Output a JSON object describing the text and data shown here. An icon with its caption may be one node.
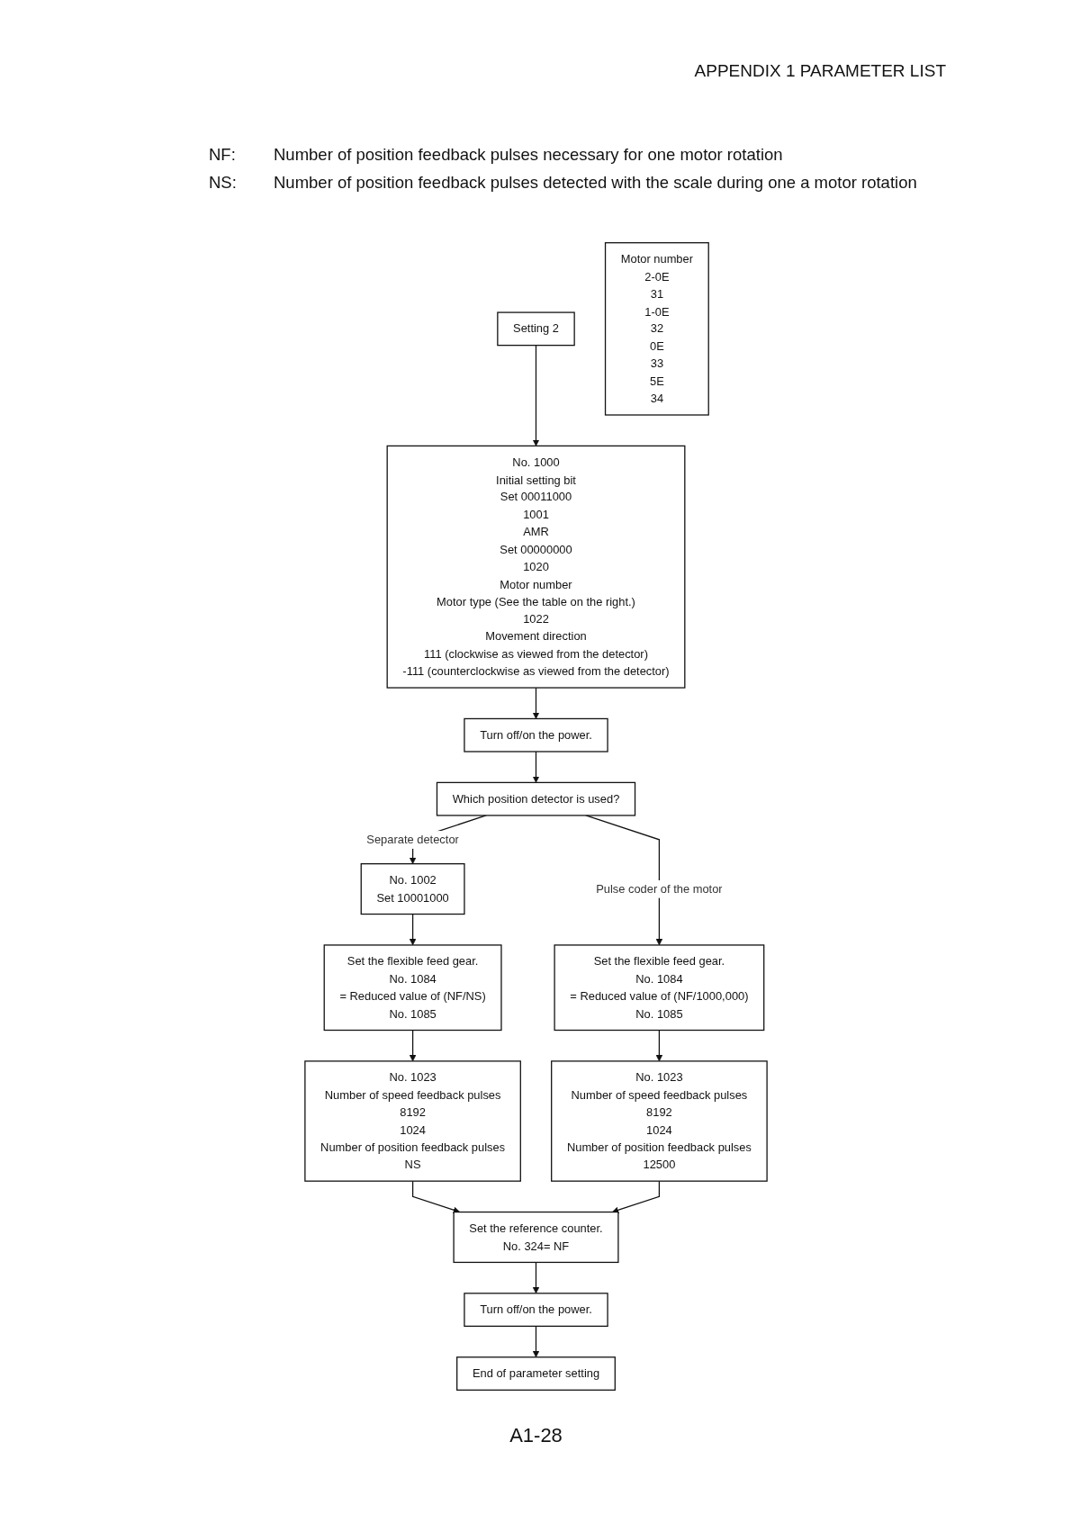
{
  "diagram": {
    "title": "APPENDIX 1 PARAMETER LIST",
    "nodes": [
      {
        "text": [
          "Setting 2"
        ]
      },
      {
        "text": [
          "No. 1000",
          "Initial setting bit",
          "Set 00011000",
          "1001",
          "AMR",
          "Set 00000000",
          "1020",
          "Motor number",
          "Motor type (See the table on the right.)",
          "1022",
          "Movement direction",
          "111 (clockwise as viewed from the detector)",
          "-111 (counterclockwise as viewed from the detector)"
        ]
      },
      {
        "text": [
          "Motor number",
          "2-0E",
          "31",
          "1-0E",
          "32",
          "0E",
          "33",
          "5E",
          "34"
        ]
      },
      {
        "text": [
          "Turn off/on the power."
        ]
      },
      {
        "text": [
          "Which position detector is used?"
        ]
      },
      {
        "text": [
          "No. 1002",
          "Set 10001000"
        ]
      },
      {
        "text": [
          "Set the flexible feed gear.",
          "No. 1084",
          "= Reduced value of (NF/1000,000)",
          "No. 1085"
        ]
      },
      {
        "text": [
          "Set the flexible feed gear.",
          "No. 1084",
          "= Reduced value of (NF/NS)",
          "No. 1085"
        ]
      },
      {
        "text": [
          "No. 1023",
          "Number of speed feedback pulses",
          "8192",
          "1024",
          "Number of position feedback pulses",
          "12500"
        ]
      },
      {
        "text": [
          "No. 1023",
          "Number of speed feedback pulses",
          "8192",
          "1024",
          "Number of position feedback pulses",
          "NS"
        ]
      },
      {
        "text": [
          "Set the reference counter.",
          "No. 324= NF"
        ]
      },
      {
        "text": [
          "Turn off/on the power."
        ]
      },
      {
        "text": [
          "End of parameter setting"
        ]
      }
    ],
    "edges": [
      {
        "from": 0,
        "to": 1,
        "arrow": "to"
      },
      {
        "from": 1,
        "to": 3,
        "arrow": "to"
      },
      {
        "from": 3,
        "to": 4,
        "arrow": "to"
      },
      {
        "from": 4,
        "to": 5,
        "arrow": "to",
        "label": "Separate detector"
      },
      {
        "from": 4,
        "to": 6,
        "arrow": "to",
        "label": "Pulse coder of the motor"
      },
      {
        "from": 5,
        "to": 7,
        "arrow": "to"
      },
      {
        "from": 6,
        "to": 8,
        "arrow": "to"
      },
      {
        "from": 7,
        "to": 9,
        "arrow": "to"
      },
      {
        "from": 9,
        "to": 10,
        "arrow": "to"
      },
      {
        "from": 8,
        "to": 10,
        "arrow": "to"
      },
      {
        "from": 10,
        "to": 11,
        "arrow": "to"
      },
      {
        "from": 11,
        "to": 12,
        "arrow": "to"
      }
    ],
    "labels": [
      "NF:",
      "Number of position feedback pulses necessary for one motor rotation",
      "NS:",
      "Number of position feedback pulses detected with the scale during one a motor rotation",
      "A1-28"
    ]
  }
}
